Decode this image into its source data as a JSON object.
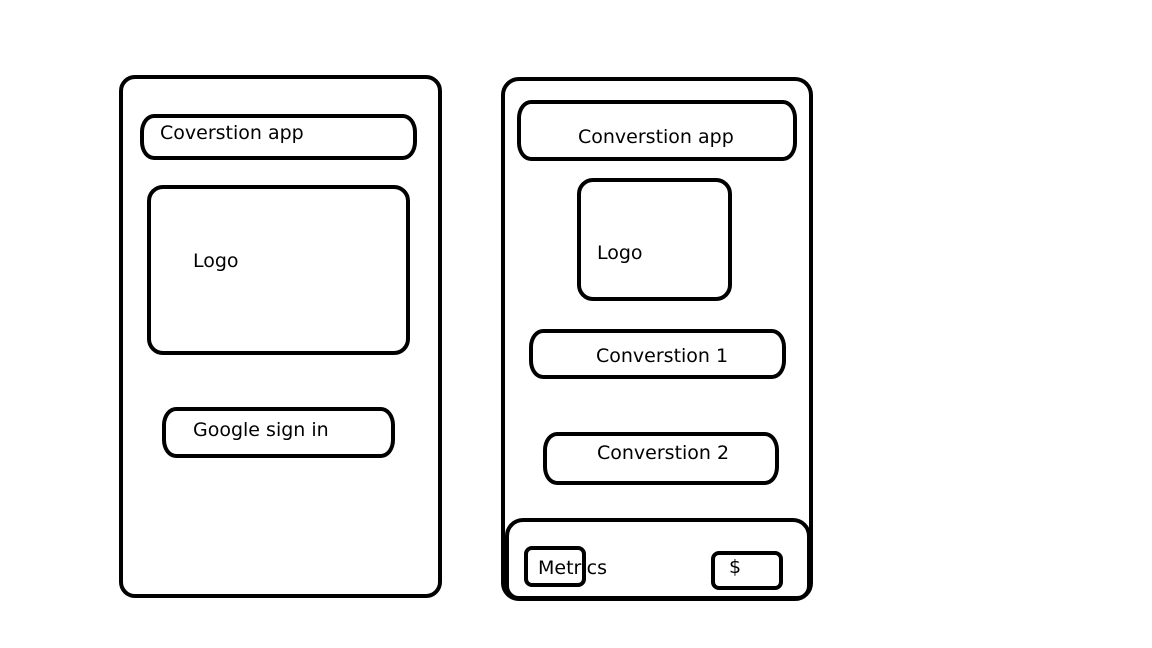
{
  "left_screen": {
    "header": "Coverstion app",
    "logo": "Logo",
    "sign_in_button": "Google sign in"
  },
  "right_screen": {
    "header": "Converstion app",
    "logo": "Logo",
    "conversion_1_button": "Converstion 1",
    "conversion_2_button": "Converstion 2",
    "footer": {
      "metrics_button": "Metrics",
      "dollar_button": "$"
    }
  }
}
